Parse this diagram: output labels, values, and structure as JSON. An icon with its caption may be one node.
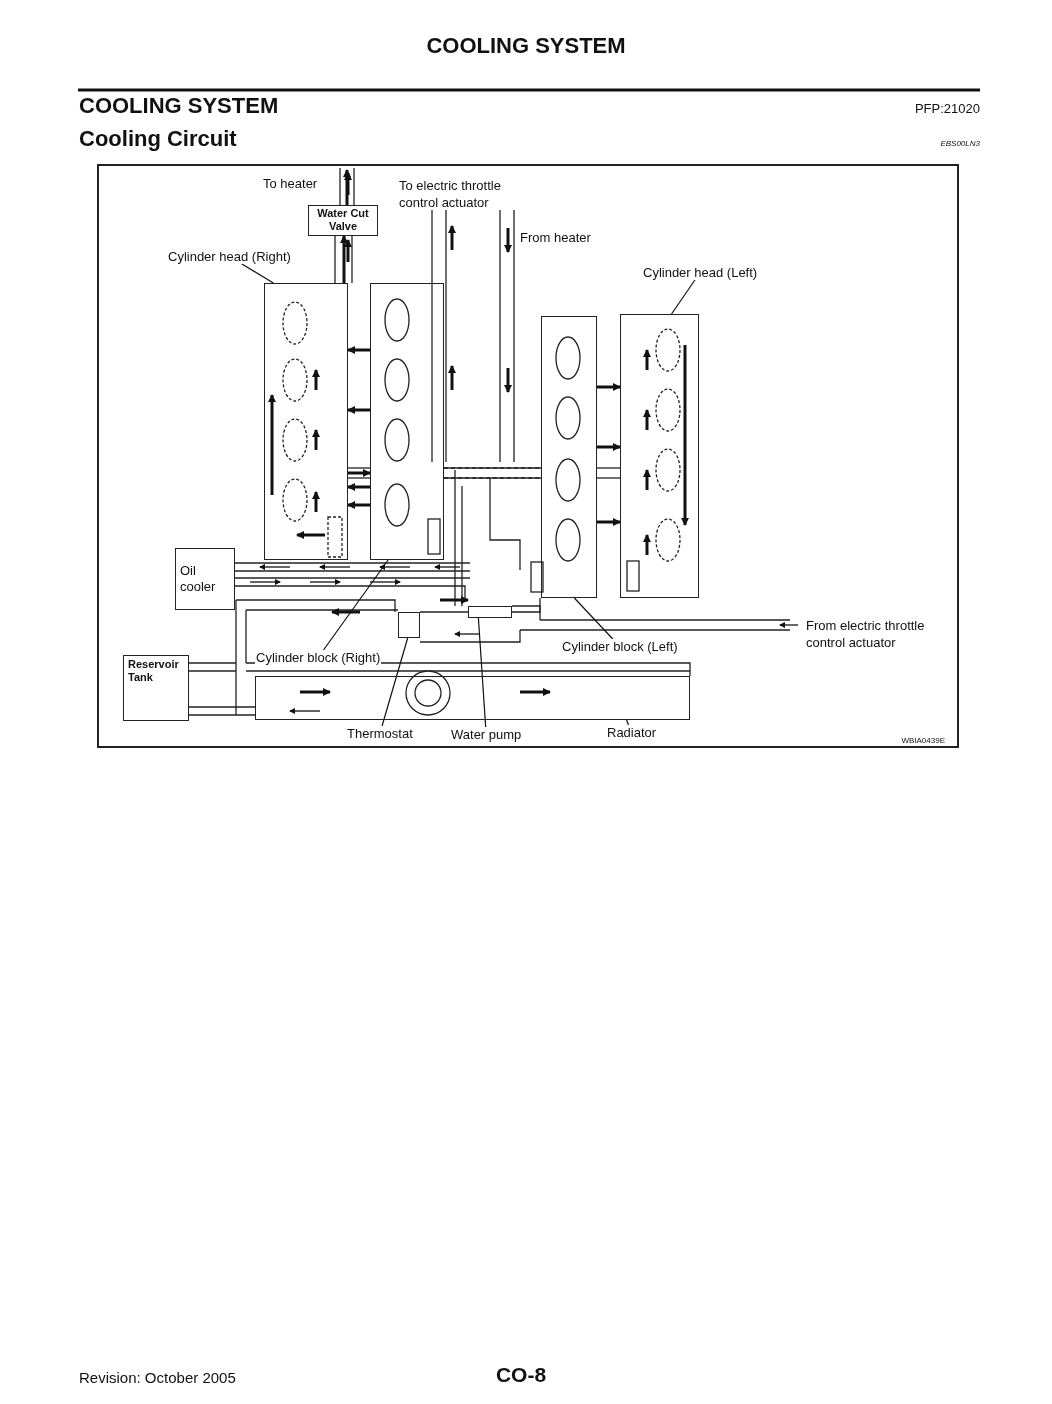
{
  "diagram": {
    "title": "COOLING SYSTEM",
    "nodes": [
      {
        "text": [
          "Water Cut Valve"
        ]
      },
      {
        "text": [
          "Oil cooler"
        ]
      },
      {
        "text": [
          "Reservoir Tank"
        ]
      },
      {
        "text": [
          "Cylinder head (Right)"
        ]
      },
      {
        "text": [],
        "shape": "box"
      },
      {
        "text": [
          "Cylinder head (Left)"
        ]
      },
      {
        "text": [],
        "shape": "box"
      },
      {
        "text": [
          "Cylinder block (Right)"
        ]
      },
      {
        "text": [],
        "shape": "box"
      },
      {
        "text": [
          "Cylinder block (Left)"
        ]
      },
      {
        "text": [],
        "shape": "box"
      },
      {
        "text": [
          "Thermostat"
        ]
      },
      {
        "text": [],
        "shape": "box"
      },
      {
        "text": [
          "Water pump"
        ]
      },
      {
        "text": [],
        "shape": "box"
      },
      {
        "text": [
          "Radiator"
        ]
      },
      {
        "text": [],
        "shape": "box"
      }
    ],
    "edges": [
      {
        "from": 3,
        "to": 4,
        "arrow": "none"
      },
      {
        "from": 5,
        "to": 6,
        "arrow": "none"
      },
      {
        "from": 7,
        "to": 8,
        "arrow": "none"
      },
      {
        "from": 9,
        "to": 10,
        "arrow": "none"
      },
      {
        "from": 11,
        "to": 12,
        "arrow": "none"
      },
      {
        "from": 13,
        "to": 14,
        "arrow": "none"
      },
      {
        "from": 15,
        "to": 16,
        "arrow": "none"
      },
      {
        "from": 8,
        "to": 4,
        "arrow": "to"
      },
      {
        "from": 8,
        "to": 4,
        "arrow": "to"
      },
      {
        "from": 8,
        "to": 4,
        "arrow": "to"
      },
      {
        "from": 10,
        "to": 6,
        "arrow": "to"
      },
      {
        "from": 10,
        "to": 6,
        "arrow": "to"
      },
      {
        "from": 10,
        "to": 6,
        "arrow": "to"
      },
      {
        "from": 4,
        "to": 0,
        "arrow": "to"
      },
      {
        "from": 0,
        "to": null,
        "arrow": "to"
      },
      {
        "from": 4,
        "to": 8,
        "arrow": "to"
      },
      {
        "from": 8,
        "to": 4,
        "arrow": "to"
      }
    ],
    "labels": [
      "COOLING SYSTEM",
      "PFP:21020",
      "Cooling Circuit",
      "EBS00LN3",
      "To heater",
      "To electric throttle control actuator",
      "From heater",
      "From electric throttle control actuator",
      "WBIA0439E",
      "Revision: October 2005",
      "CO-8"
    ]
  }
}
